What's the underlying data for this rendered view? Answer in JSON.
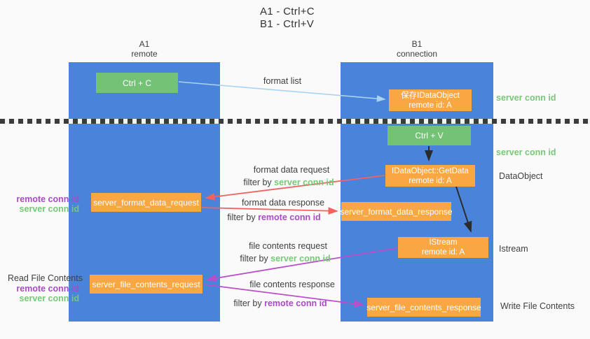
{
  "title": {
    "line1": "A1 - Ctrl+C",
    "line2": "B1 - Ctrl+V"
  },
  "columns": {
    "a1": {
      "name": "A1",
      "subtitle": "remote"
    },
    "b1": {
      "name": "B1",
      "subtitle": "connection"
    }
  },
  "nodes": {
    "ctrl_c": {
      "label": "Ctrl + C"
    },
    "save_idataobject": {
      "line1": "保存IDataObject",
      "line2": "remote id: A"
    },
    "ctrl_v": {
      "label": "Ctrl + V"
    },
    "getdata": {
      "line1": "IDataObject::GetData",
      "line2": "remote id: A"
    },
    "istream": {
      "line1": "IStream",
      "line2": "remote id: A"
    },
    "server_format_data_request": {
      "label": "server_format_data_request"
    },
    "server_format_data_response": {
      "label": "server_format_data_response"
    },
    "server_file_contents_request": {
      "label": "server_file_contents_request"
    },
    "server_file_contents_response": {
      "label": "server_file_contents_response"
    }
  },
  "side_labels": {
    "right": {
      "server_conn_id_top": "server conn id",
      "server_conn_id_mid": "server conn id",
      "dataobject": "DataObject",
      "istream": "Istream",
      "write_file_contents": "Write File Contents"
    },
    "left": {
      "remote_conn_id_1": "remote conn id",
      "server_conn_id_1": "server conn id",
      "read_file_contents": "Read File Contents",
      "remote_conn_id_2": "remote conn id",
      "server_conn_id_2": "server conn id"
    }
  },
  "arrow_labels": {
    "format_list": "format list",
    "format_data_request": "format data request",
    "filter_by_1": "filter by ",
    "server_conn_id_1": "server conn id",
    "format_data_response": "format data response",
    "filter_by_2": "filter by ",
    "remote_conn_id_2": "remote conn id",
    "file_contents_request": "file contents request",
    "filter_by_3": "filter by ",
    "server_conn_id_3": "server conn id",
    "file_contents_response": "file contents response",
    "filter_by_4": "filter by ",
    "remote_conn_id_4": "remote conn id"
  },
  "colors": {
    "column_blue": "#4a84da",
    "box_green": "#74c276",
    "box_orange": "#f8a743",
    "arrow_blue": "#a9d3f0",
    "arrow_black": "#2b2b2b",
    "arrow_red": "#f2635f",
    "arrow_magenta": "#bb4ec9",
    "text_green": "#77c877",
    "text_purple": "#a94bc4"
  }
}
